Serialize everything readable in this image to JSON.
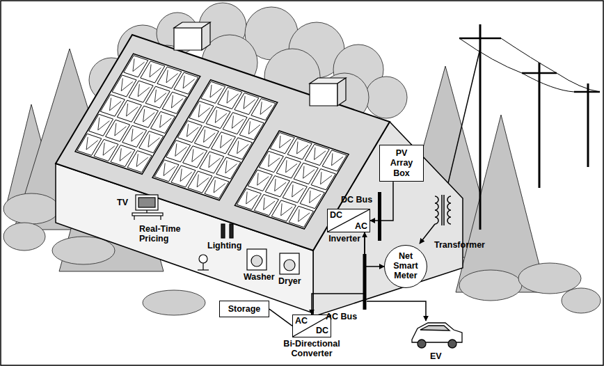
{
  "diagram": {
    "nodes": [
      {
        "text": [
          "PV Array Box"
        ]
      },
      {
        "text": [
          "DC",
          "AC",
          "Inverter"
        ]
      },
      {
        "text": [
          "Net Smart Meter"
        ]
      },
      {
        "text": [
          "Storage"
        ]
      },
      {
        "text": [
          "AC",
          "DC",
          "Bi-Directional Converter"
        ]
      }
    ],
    "edges": [
      {
        "from": 0,
        "to": 1,
        "arrow": "to"
      },
      {
        "from": 1,
        "to": 2,
        "arrow": "both"
      },
      {
        "from": 1,
        "to": 4,
        "arrow": "to"
      },
      {
        "from": 3,
        "to": 4,
        "arrow": "none"
      }
    ],
    "labels": [
      "TV",
      "Real-Time Pricing",
      "Lighting",
      "Washer",
      "Dryer",
      "DC Bus",
      "AC Bus",
      "Transformer",
      "EV"
    ]
  }
}
